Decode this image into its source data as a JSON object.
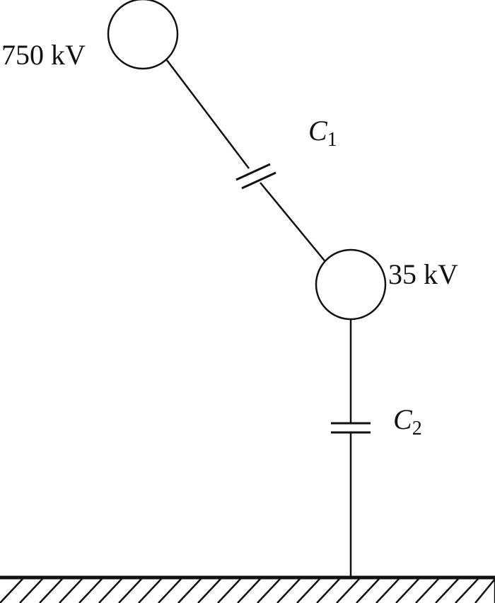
{
  "diagram": {
    "nodes": [
      {
        "voltage": "750 kV"
      },
      {
        "voltage": "35 kV"
      }
    ],
    "capacitors": [
      {
        "symbol": "C",
        "subscript": "1"
      },
      {
        "symbol": "C",
        "subscript": "2"
      }
    ]
  }
}
